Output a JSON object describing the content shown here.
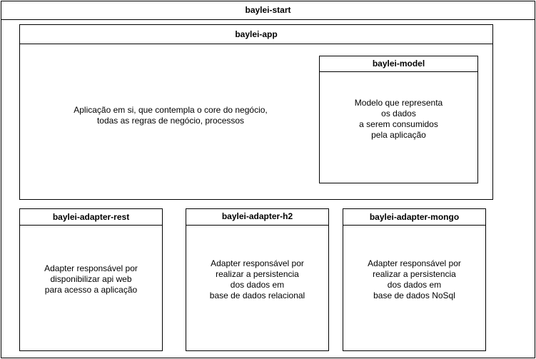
{
  "outer": {
    "title": "baylei-start"
  },
  "app": {
    "title": "baylei-app",
    "lines": [
      "Aplicação em si, que contempla o core do negócio,",
      "todas as regras de negócio, processos"
    ]
  },
  "model": {
    "title": "baylei-model",
    "lines": [
      "Modelo que representa",
      "os dados",
      "a serem consumidos",
      "pela aplicação"
    ]
  },
  "adapter_rest": {
    "title": "baylei-adapter-rest",
    "lines": [
      "Adapter responsável por",
      "disponibilizar api web",
      "para acesso a aplicação"
    ]
  },
  "adapter_h2": {
    "title": "baylei-adapter-h2",
    "lines": [
      "Adapter responsável por",
      "realizar a persistencia",
      "dos dados em",
      "base de dados relacional"
    ]
  },
  "adapter_mongo": {
    "title": "baylei-adapter-mongo",
    "lines": [
      "Adapter responsável por",
      "realizar a persistencia",
      "dos dados em",
      "base de dados NoSql"
    ]
  }
}
